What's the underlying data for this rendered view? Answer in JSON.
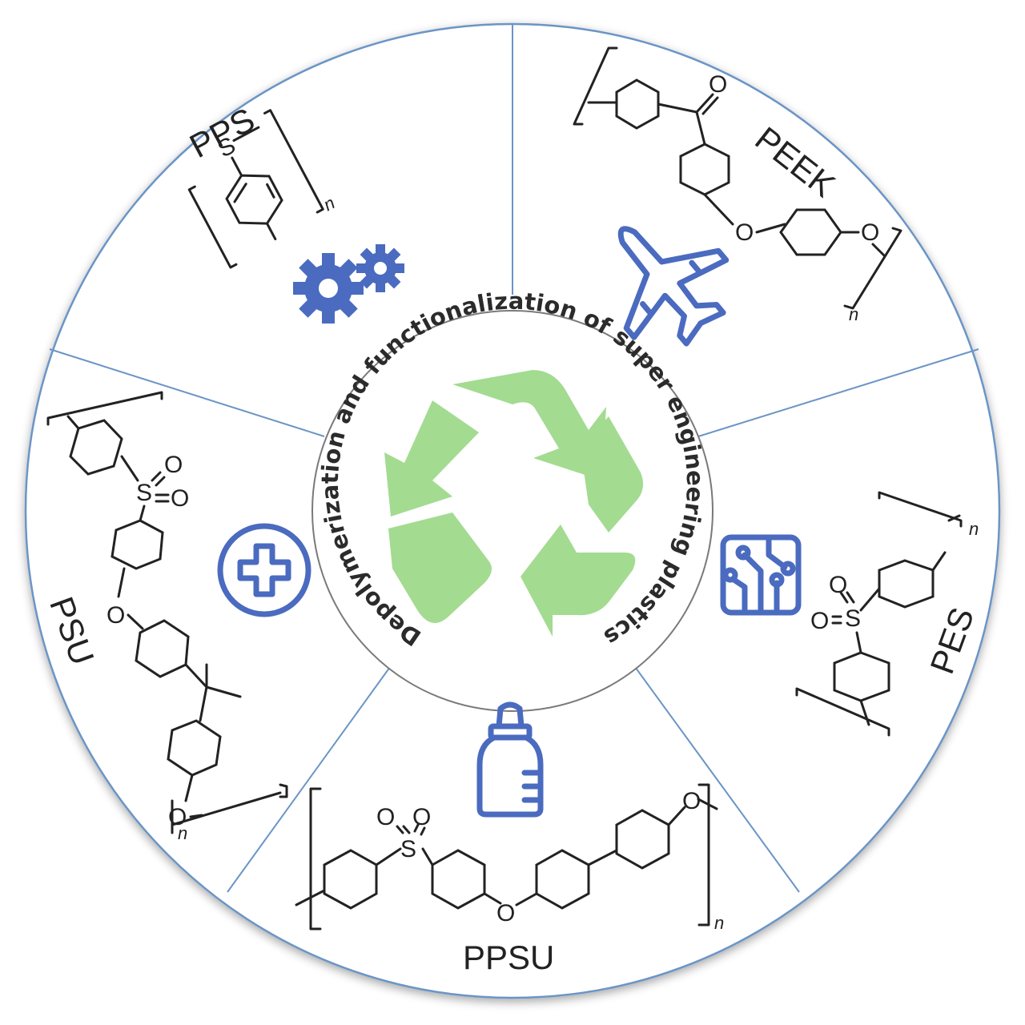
{
  "center": {
    "title": "Depolymerization and functionalization of super engineering plastics",
    "icon": "recycle-icon"
  },
  "segments": [
    {
      "polymer": "PPS",
      "icon": "gears-icon"
    },
    {
      "polymer": "PEEK",
      "icon": "airplane-icon"
    },
    {
      "polymer": "PES",
      "icon": "circuit-board-icon"
    },
    {
      "polymer": "PPSU",
      "icon": "baby-bottle-icon"
    },
    {
      "polymer": "PSU",
      "icon": "medical-cross-icon"
    }
  ],
  "atoms": {
    "sulfur": "S",
    "oxygen": "O",
    "repeat": "n"
  },
  "colors": {
    "divider": "#6b95c6",
    "outline": "#6b95c6",
    "icon": "#4a6bbf",
    "recycle": "#a3db91",
    "structure": "#222222"
  }
}
